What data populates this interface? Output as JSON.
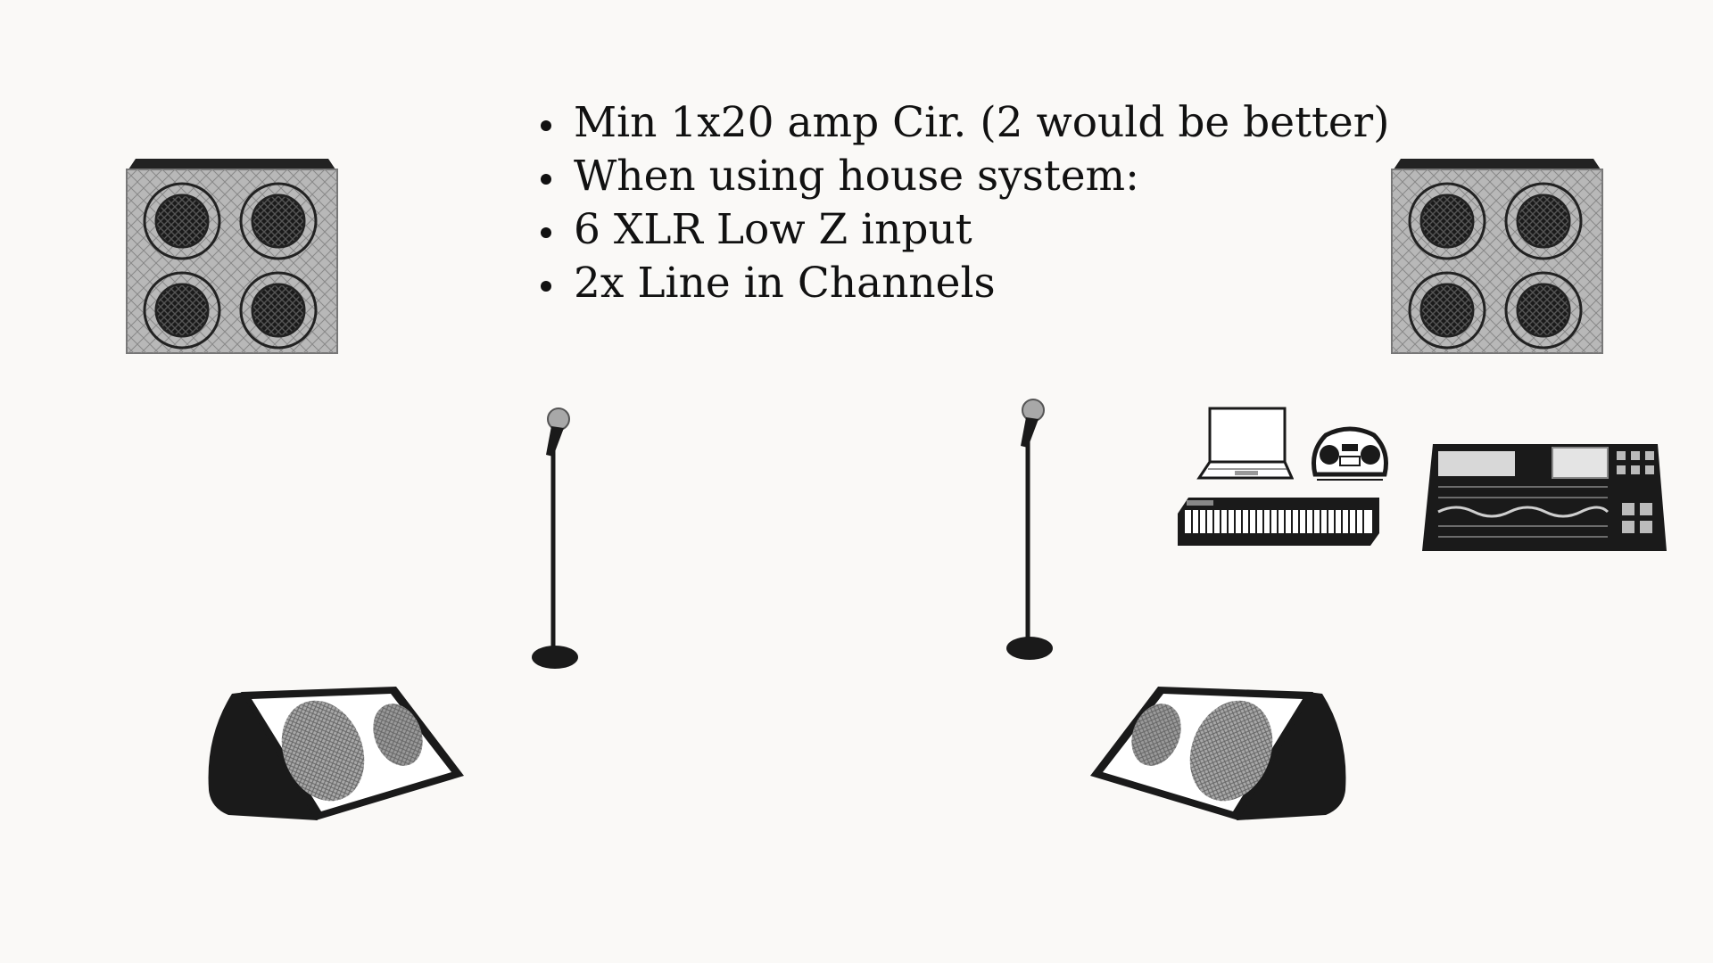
{
  "requirements": [
    "Min 1x20 amp Cir. (2 would be better)",
    "When using house system:",
    "6 XLR Low Z input",
    "2x Line in Channels"
  ],
  "icons": {
    "main_speaker_left": "speaker-cabinet-icon",
    "main_speaker_right": "speaker-cabinet-icon",
    "mic_stand_left": "microphone-stand-icon",
    "mic_stand_right": "microphone-stand-icon",
    "monitor_left": "floor-monitor-icon",
    "monitor_right": "floor-monitor-icon",
    "laptop": "laptop-icon",
    "boombox": "boombox-icon",
    "keyboard": "keyboard-icon",
    "mixer": "mixing-console-icon"
  },
  "colors": {
    "background": "#faf9f7",
    "cabinet": "#b8b8b8",
    "equipment": "#1a1a1a"
  }
}
